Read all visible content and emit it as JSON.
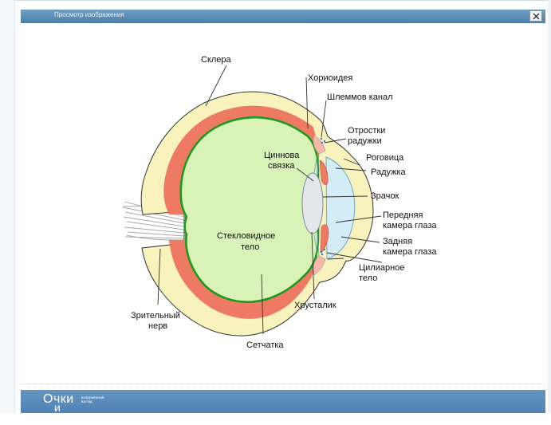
{
  "window": {
    "title": "Просмотр изображения",
    "close_symbol": "✕"
  },
  "diagram": {
    "labels": {
      "sclera": "Склера",
      "choroid": "Хориоидея",
      "schlemm_canal": "Шлеммов канал",
      "iris_processes_1": "Отростки",
      "iris_processes_2": "радужки",
      "zonule_1": "Циннова",
      "zonule_2": "связка",
      "cornea": "Роговица",
      "iris": "Радужка",
      "pupil": "Зрачок",
      "anterior_1": "Передняя",
      "anterior_2": "камера глаза",
      "posterior_1": "Задняя",
      "posterior_2": "камера глаза",
      "ciliary_1": "Цилиарное",
      "ciliary_2": "тело",
      "vitreous_1": "Стекловидное",
      "vitreous_2": "тело",
      "lens": "Хрусталик",
      "optic_1": "Зрительный",
      "optic_2": "нерв",
      "retina": "Сетчатка"
    }
  },
  "footer": {
    "logo_line1": "Очки",
    "logo_tag": "вооружённый взгляд",
    "logo_line2": "и линзы"
  },
  "colors": {
    "titlebar": "#5588b4",
    "sclera": "#f8f3bd",
    "choroid": "#ee7a64",
    "retina_line": "#1b9a1b",
    "vitreous": "#d8f2b8",
    "aqueous": "#d3ecf6",
    "lens": "#e3e6ea"
  }
}
